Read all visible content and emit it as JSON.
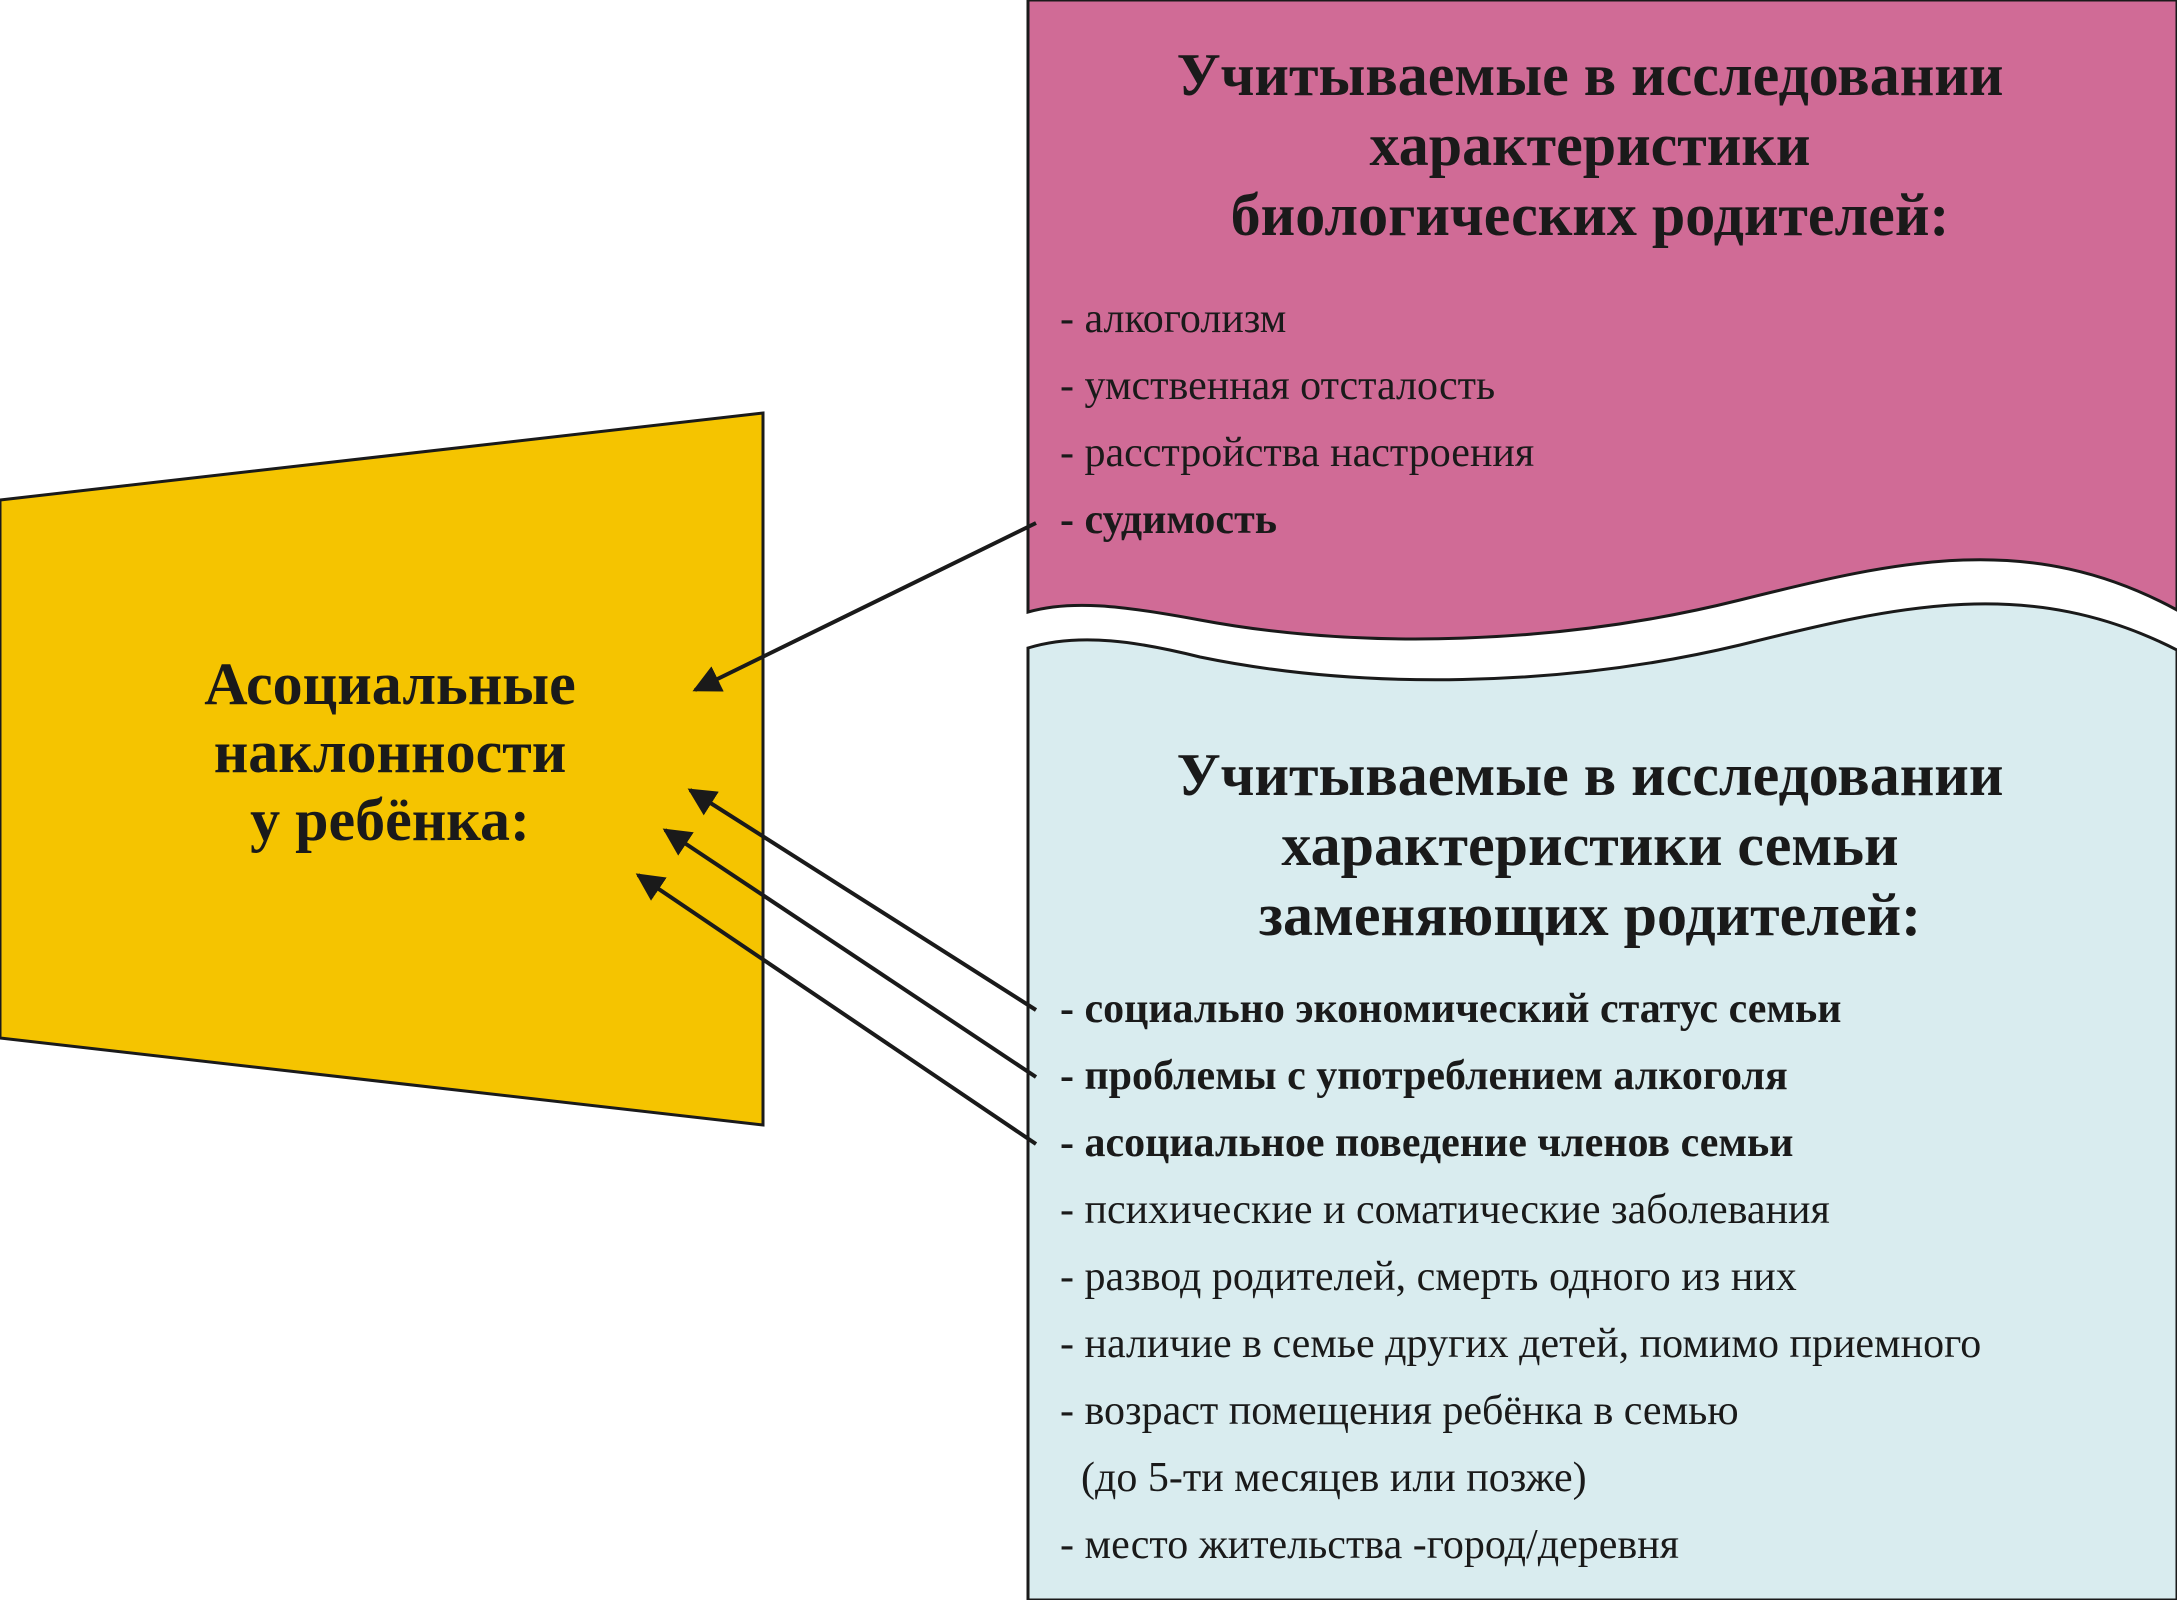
{
  "colors": {
    "child_box": "#f5c400",
    "bio_box": "#d06b96",
    "foster_box": "#d9ecef",
    "outline": "#1a1a1a",
    "arrow": "#1a1a1a"
  },
  "child_box": {
    "title_lines": [
      "Асоциальные",
      "наклонности",
      "у ребёнка:"
    ]
  },
  "bio_parents": {
    "heading_lines": [
      "Учитываемые в исследовании",
      "характеристики",
      "биологических родителей:"
    ],
    "items": [
      {
        "text": "- алкоголизм",
        "bold": false
      },
      {
        "text": "- умственная отсталость",
        "bold": false
      },
      {
        "text": "- расстройства настроения",
        "bold": false
      },
      {
        "text": "- судимость",
        "bold": true
      }
    ]
  },
  "foster_parents": {
    "heading_lines": [
      "Учитываемые в исследовании",
      "характеристики семьи",
      "заменяющих родителей:"
    ],
    "items": [
      {
        "text": "- социально экономический статус семьи",
        "bold": true
      },
      {
        "text": "- проблемы с употреблением алкоголя",
        "bold": true
      },
      {
        "text": "- асоциальное поведение членов семьи",
        "bold": true
      },
      {
        "text": "- психические и соматические заболевания",
        "bold": false
      },
      {
        "text": "- развод родителей, смерть одного  из них",
        "bold": false
      },
      {
        "text": "- наличие в семье других детей, помимо приемного",
        "bold": false
      },
      {
        "text": "- возраст помещения ребёнка в семью",
        "bold": false
      },
      {
        "text": "  (до 5-ти месяцев или позже)",
        "bold": false
      },
      {
        "text": "- место жительства -город/деревня",
        "bold": false
      }
    ]
  },
  "arrows": [
    {
      "from": "bio-item-судимость",
      "to": "child-box"
    },
    {
      "from": "foster-item-социально-экономический-статус",
      "to": "child-box"
    },
    {
      "from": "foster-item-проблемы-с-алкоголем",
      "to": "child-box"
    },
    {
      "from": "foster-item-асоциальное-поведение",
      "to": "child-box"
    }
  ]
}
